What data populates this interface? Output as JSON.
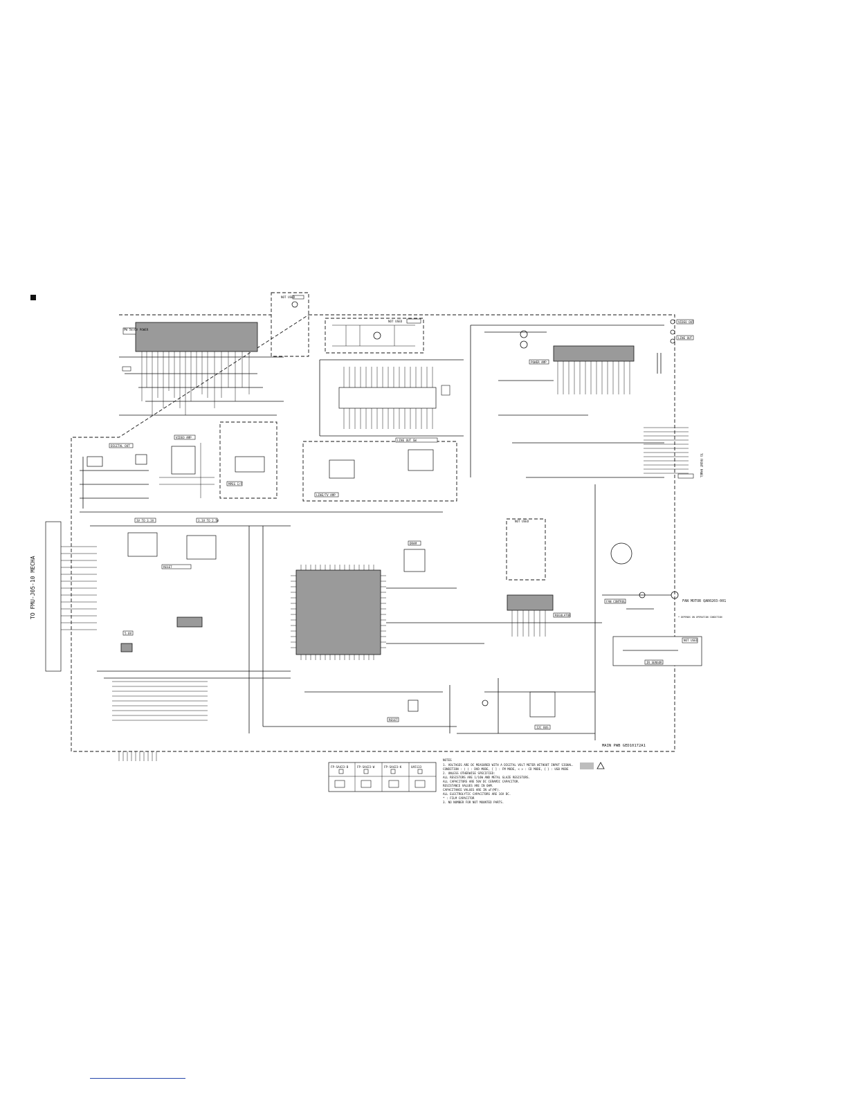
{
  "diagram": {
    "blocks": {
      "power_supply": "PW 5V/6V\nPOWER",
      "not_used_top": "NOT USED",
      "not_used_center": "NOT USED",
      "mode_switch": "NOT USED",
      "line_out_sw": "LINE OUT SW",
      "ir_amp": "POWER AMP",
      "left_edge": "TO FMU-J05-10 MECHA",
      "digital_out": "DIGITAL OUT",
      "video_amp": "VIDEO AMP",
      "mpeg": "MPEG I/F",
      "line_amp": "LINE/TV AMP",
      "reg_33": "3V TO 3.3V",
      "reg_25": "3.3V TO 2.5V",
      "reset_left": "RESET",
      "dvdrom": "DRAM",
      "reg_5v": "5.0V",
      "bus": "I2C BUS",
      "reset": "RESET",
      "regulator": "REGULATOR",
      "fan_control": "FAN CONTROL",
      "fan_motor": "FAN MOTOR\nQAR0203-001",
      "fan_note": "* DEPENDS ON OPERATION CONDITION",
      "not_used_right": "NOT USED",
      "ir_sensor": "IR SENSOR",
      "video_out": "VIDEO OUT",
      "line_out": "LINE OUT",
      "front_panel": "TO FRONT PANEL",
      "board_label": "MAIN PWB GED10172A1"
    },
    "table": {
      "headers": [
        "FP-SA423-B",
        "FP-SA423-W",
        "FP-SA423-K",
        "UA5133"
      ],
      "cells": [
        "mark",
        "mark",
        "mark",
        "mark"
      ]
    },
    "notes": {
      "title": "NOTES",
      "lines": [
        "1.  VOLTAGES ARE DC MEASURED WITH A DIGITAL VOLT METER WITHOUT INPUT SIGNAL.",
        "    CONDITION : ( ) : DVD MODE,  [ ] : FM MODE, < > : CD MODE,  { } : USB MODE",
        "2.  UNLESS OTHERWISE SPECIFIED:",
        "    ALL RESISTORS ARE 1/16W AND METAL GLAZE RESISTORS.",
        "    ALL CAPACITORS ARE 50V DC CERAMIC CAPACITOR.",
        "    RESISTANCE VALUES ARE IN OHM.",
        "    CAPACITANCE VALUES ARE IN uF(MF).",
        "    ALL ELECTROLYTIC CAPACITORS ARE 16V DC.",
        "    * : FILM CAPACITOR",
        "3.  NO NUMBER FOR NOT MOUNTED PARTS."
      ]
    }
  }
}
